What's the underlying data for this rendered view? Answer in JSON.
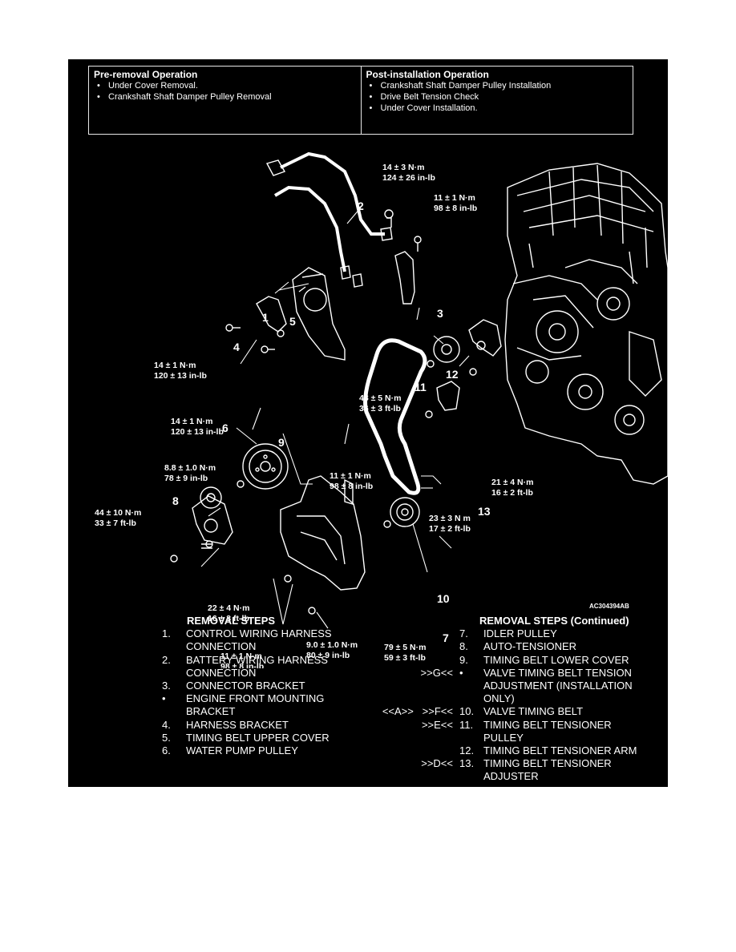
{
  "pre_removal": {
    "title": "Pre-removal Operation",
    "items": [
      "Under Cover Removal.",
      "Crankshaft Shaft Damper Pulley Removal"
    ]
  },
  "post_installation": {
    "title": "Post-installation Operation",
    "items": [
      "Crankshaft Shaft Damper Pulley Installation",
      "Drive Belt Tension Check",
      "Under Cover Installation."
    ]
  },
  "callouts": [
    "1",
    "2",
    "3",
    "4",
    "5",
    "6",
    "7",
    "8",
    "9",
    "10",
    "11",
    "12",
    "13"
  ],
  "torques": {
    "t2": [
      "14 ± 3 N·m",
      "124 ± 26 in-lb"
    ],
    "t3": [
      "11 ± 1 N·m",
      "98 ± 8 in-lb"
    ],
    "t4a": [
      "14 ± 1 N·m",
      "120 ± 13 in-lb"
    ],
    "t4b": [
      "14 ± 1 N·m",
      "120 ± 13 in-lb"
    ],
    "t11": [
      "48 ± 5 N·m",
      "36 ± 3 ft-lb"
    ],
    "t5": [
      "11 ± 1 N·m",
      "98 ± 8 in-lb"
    ],
    "t6": [
      "8.8 ± 1.0 N·m",
      "78 ± 9 in-lb"
    ],
    "t8": [
      "44 ± 10 N·m",
      "33 ± 7 ft-lb"
    ],
    "t12": [
      "21 ± 4 N·m",
      "16 ± 2 ft-lb"
    ],
    "t13": [
      "23 ± 3 N m",
      "17 ± 2 ft-lb"
    ],
    "t8b": [
      "22 ± 4 N·m",
      "16 ± 3 ft-lb"
    ],
    "t7": [
      "79 ± 5 N·m",
      "59 ± 3 ft-lb"
    ],
    "t9a": [
      "11 ± 1 N·m",
      "98 ± 8 in-lb"
    ],
    "t9b": [
      "9.0 ± 1.0 N·m",
      "80 ± 9 in-lb"
    ]
  },
  "figure_id": "AC304394AB",
  "removal_steps_left": {
    "header": "REMOVAL STEPS",
    "rows": [
      {
        "mark": "",
        "num": "1.",
        "text": "CONTROL WIRING HARNESS"
      },
      {
        "mark": "",
        "num": "",
        "text": "CONNECTION"
      },
      {
        "mark": "",
        "num": "2.",
        "text": "BATTERY WIRING HARNESS"
      },
      {
        "mark": "",
        "num": "",
        "text": "CONNECTION"
      },
      {
        "mark": "",
        "num": "3.",
        "text": "CONNECTOR BRACKET"
      },
      {
        "mark": "",
        "num": "•",
        "text": "ENGINE FRONT MOUNTING"
      },
      {
        "mark": "",
        "num": "",
        "text": "BRACKET"
      },
      {
        "mark": "",
        "num": "4.",
        "text": "HARNESS BRACKET"
      },
      {
        "mark": "",
        "num": "5.",
        "text": "TIMING BELT UPPER COVER"
      },
      {
        "mark": "",
        "num": "6.",
        "text": "WATER PUMP PULLEY"
      }
    ]
  },
  "removal_steps_right": {
    "header": "REMOVAL STEPS (Continued)",
    "rows": [
      {
        "mark": "",
        "num": "7.",
        "text": "IDLER PULLEY"
      },
      {
        "mark": "",
        "num": "8.",
        "text": "AUTO-TENSIONER"
      },
      {
        "mark": "",
        "num": "9.",
        "text": "TIMING BELT LOWER COVER"
      },
      {
        "mark": ">>G<<",
        "num": "•",
        "text": "VALVE TIMING BELT TENSION"
      },
      {
        "mark": "",
        "num": "",
        "text": "ADJUSTMENT (INSTALLATION"
      },
      {
        "mark": "",
        "num": "",
        "text": "ONLY)"
      },
      {
        "mark": "<<A>>   >>F<<",
        "num": "10.",
        "text": "VALVE TIMING BELT"
      },
      {
        "mark": ">>E<<",
        "num": "11.",
        "text": "TIMING BELT TENSIONER"
      },
      {
        "mark": "",
        "num": "",
        "text": "PULLEY"
      },
      {
        "mark": "",
        "num": "12.",
        "text": "TIMING BELT TENSIONER ARM"
      },
      {
        "mark": ">>D<<",
        "num": "13.",
        "text": "TIMING BELT TENSIONER"
      },
      {
        "mark": "",
        "num": "",
        "text": "ADJUSTER"
      }
    ]
  }
}
